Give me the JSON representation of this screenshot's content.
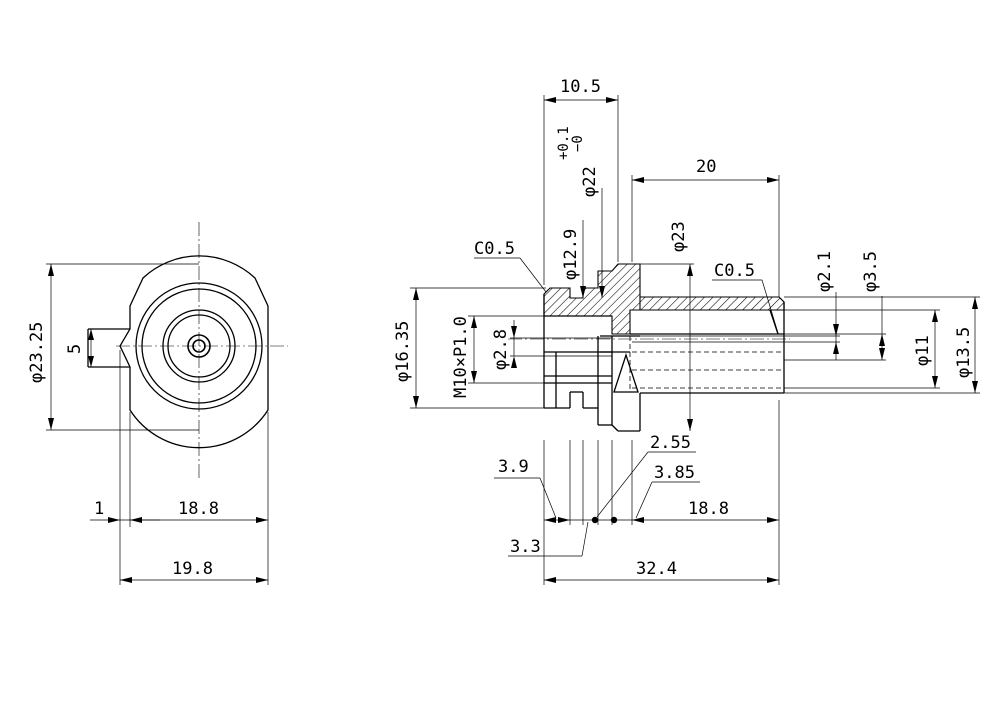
{
  "front_view": {
    "dim_dia_23_25": "φ23.25",
    "dim_5": "5",
    "dim_1": "1",
    "dim_18_8": "18.8",
    "dim_19_8": "19.8"
  },
  "side_view": {
    "dim_10_5": "10.5",
    "dim_20": "20",
    "tol_upper": "+0.1",
    "tol_lower": "−0",
    "dim_dia_22": "φ22",
    "dim_dia_12_9": "φ12.9",
    "dim_dia_23": "φ23",
    "chamfer_left": "C0.5",
    "chamfer_right": "C0.5",
    "dim_dia_2_1": "φ2.1",
    "dim_dia_3_5": "φ3.5",
    "dim_dia_16_35": "φ16.35",
    "thread": "M10×P1.0",
    "dim_dia_2_8": "φ2.8",
    "dim_dia_11": "φ11",
    "dim_dia_13_5": "φ13.5",
    "dim_3_9": "3.9",
    "dim_2_55": "2.55",
    "dim_3_85": "3.85",
    "dim_18_8b": "18.8",
    "dim_3_3": "3.3",
    "dim_32_4": "32.4"
  }
}
